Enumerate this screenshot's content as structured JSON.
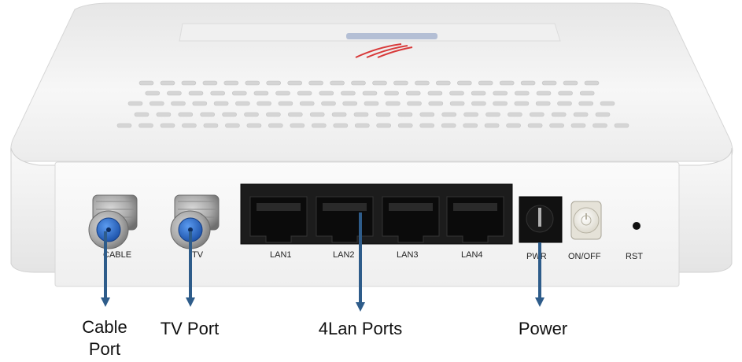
{
  "device": {
    "brand_logo": "brand-logo-mirrored",
    "ports": {
      "cable": "CABLE",
      "tv": "TV",
      "lan1": "LAN1",
      "lan2": "LAN2",
      "lan3": "LAN3",
      "lan4": "LAN4",
      "pwr": "PWR",
      "onoff": "ON/OFF",
      "rst": "RST"
    }
  },
  "callouts": {
    "cable_line1": "Cable",
    "cable_line2": "Port",
    "tv": "TV Port",
    "lan": "4Lan Ports",
    "power": "Power"
  },
  "colors": {
    "arrow": "#2e5c8a",
    "body": "#f2f2f2",
    "connector_blue": "#1f5fbf"
  }
}
